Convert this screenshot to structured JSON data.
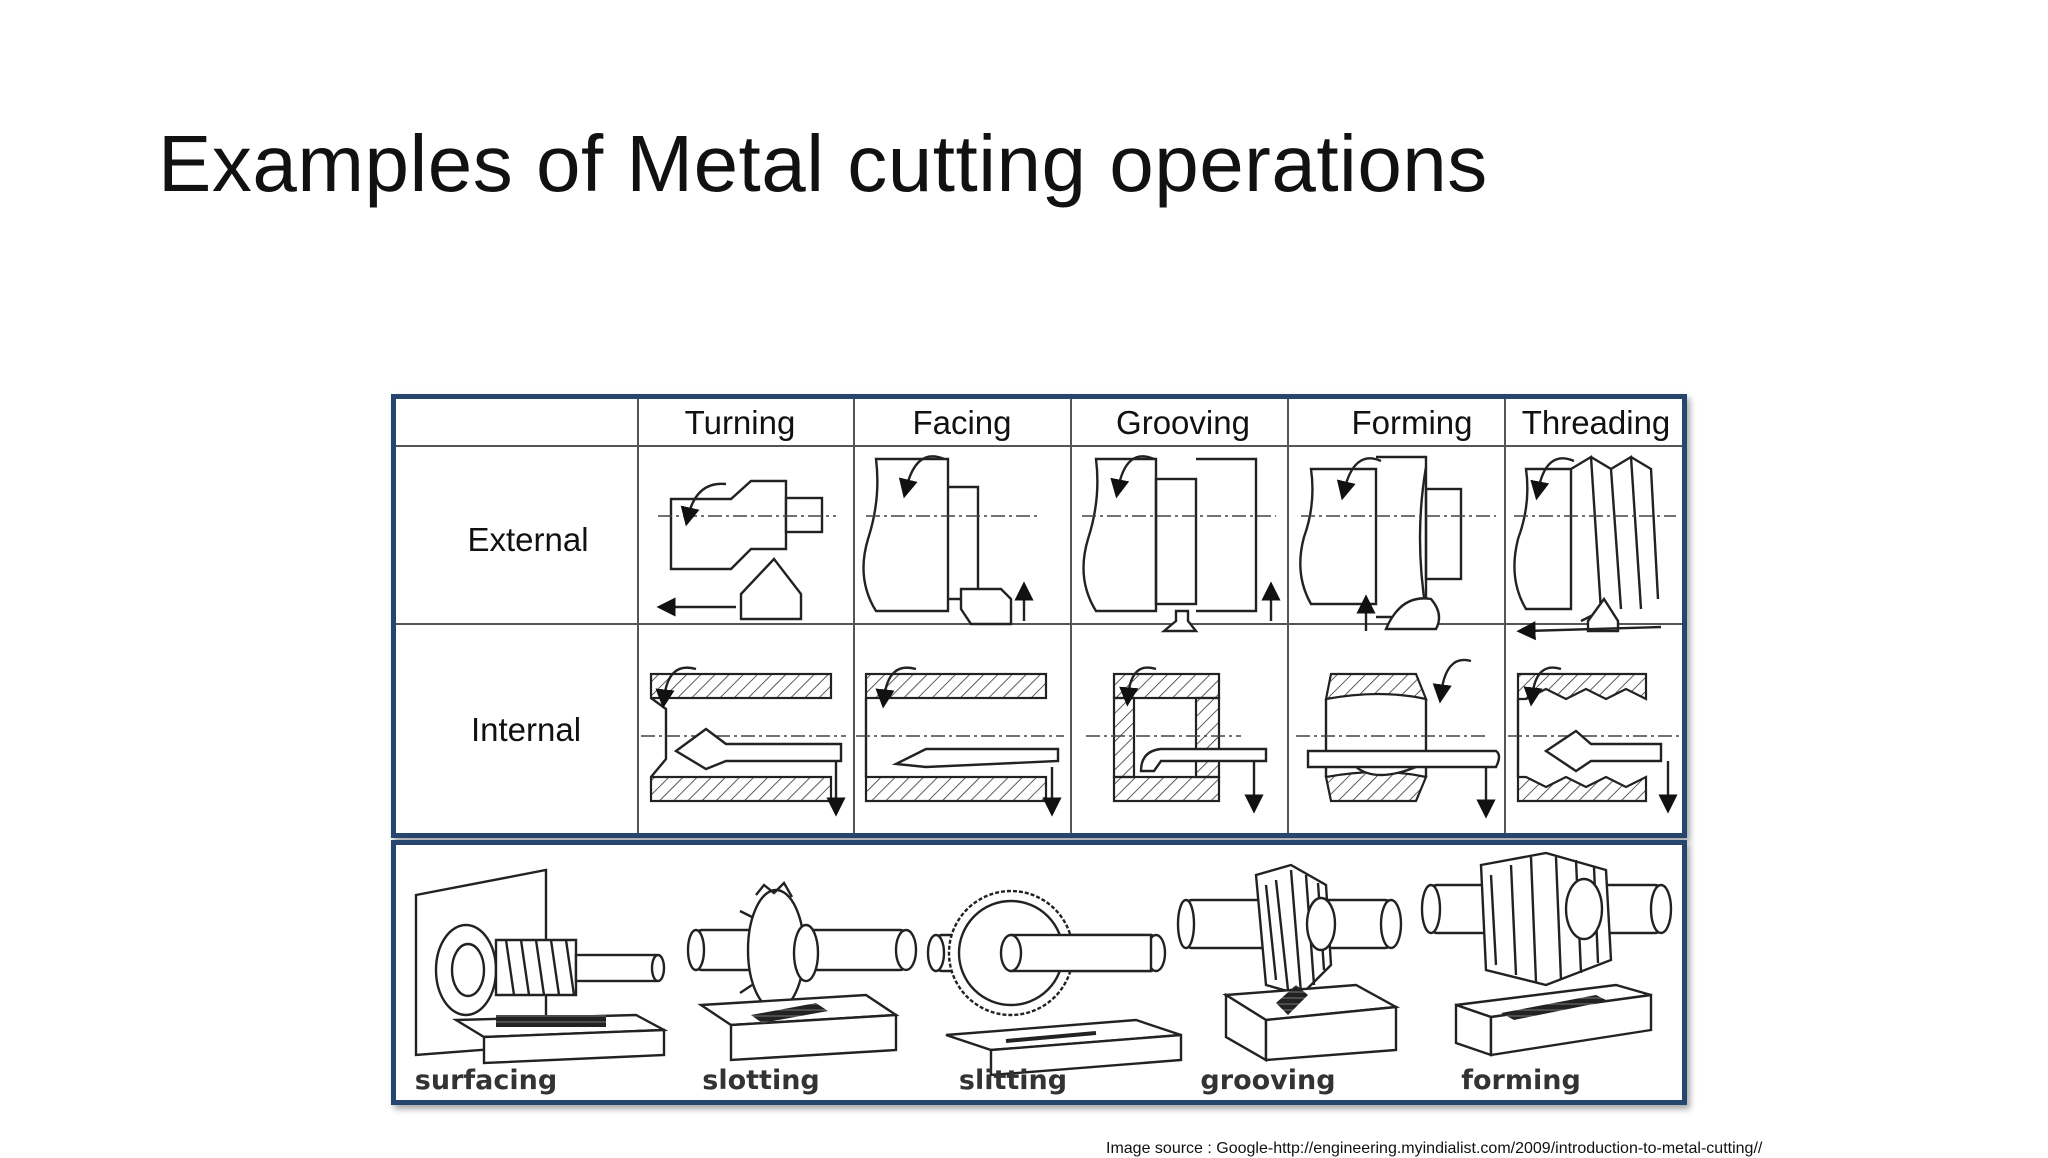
{
  "slide": {
    "title": "Examples of Metal cutting operations",
    "source": "Image source : Google-http://engineering.myindialist.com/2009/introduction-to-metal-cutting//"
  },
  "lathe_table": {
    "columns": [
      "Turning",
      "Facing",
      "Grooving",
      "Forming",
      "Threading"
    ],
    "rows": [
      "External",
      "Internal"
    ]
  },
  "milling": {
    "labels": [
      "surfacing",
      "slotting",
      "slitting",
      "grooving",
      "forming"
    ]
  }
}
